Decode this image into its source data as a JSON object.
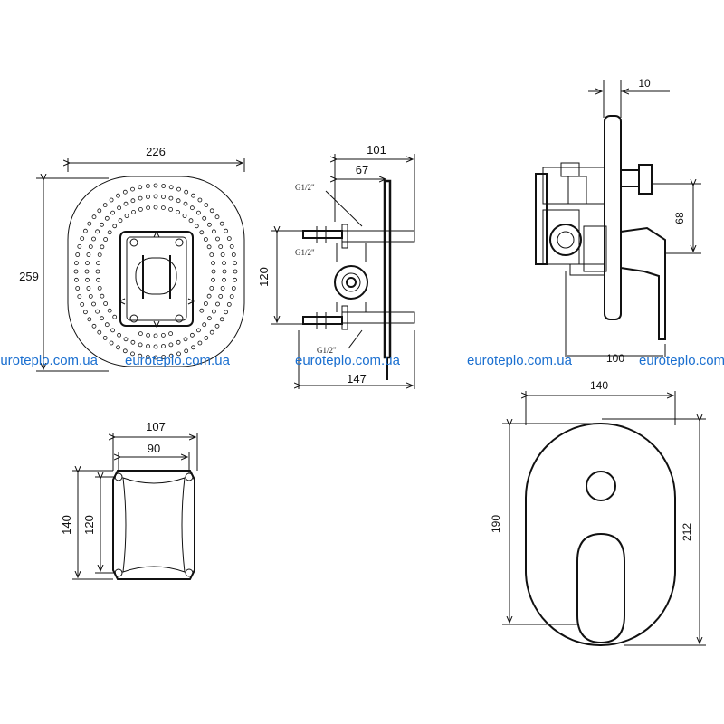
{
  "view1": {
    "width": "226",
    "height": "259"
  },
  "view2": {
    "d_total_depth": "101",
    "d_depth": "67",
    "d_spacing": "120",
    "d_max_depth": "147",
    "thread_top": "G1/2\"",
    "thread_mid": "G1/2\"",
    "thread_bottom": "G1/2\""
  },
  "view3": {
    "d_plate": "10",
    "d_offset": "68",
    "d_partial": "100"
  },
  "view4": {
    "d_width": "107",
    "d_hole_spacing": "90",
    "d_height": "140",
    "d_hole_vertical": "120"
  },
  "view5": {
    "d_width": "140",
    "d_plate_height": "190",
    "d_total_height": "212"
  },
  "watermarks": [
    "euroteplo.com.ua",
    "euroteplo.com.ua",
    "euroteplo.com.ua",
    "euroteplo.com.ua",
    "euroteplo.com.ua"
  ],
  "colors": {
    "line": "#111111",
    "watermark": "#1a6fd0",
    "background": "#ffffff"
  }
}
